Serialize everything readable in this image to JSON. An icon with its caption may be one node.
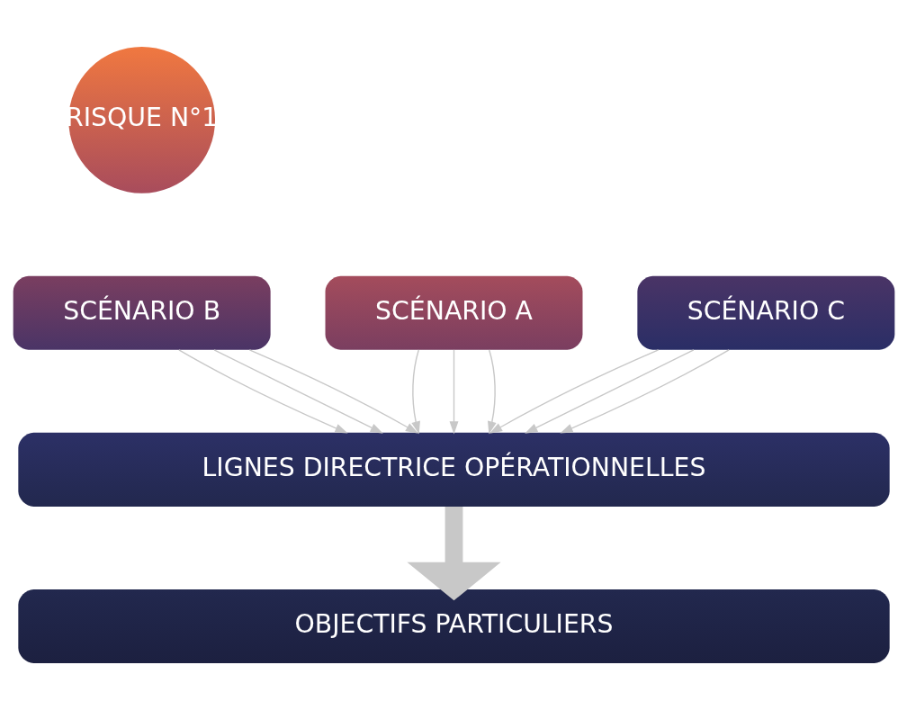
{
  "diagram": {
    "nodes": [
      {
        "text": [
          "RISQUE N°1"
        ]
      },
      {
        "text": [
          "SCÉNARIO A"
        ]
      },
      {
        "text": [
          "SCÉNARIO B"
        ]
      },
      {
        "text": [
          "SCÉNARIO C"
        ]
      },
      {
        "text": [
          "LIGNES DIRECTRICE OPÉRATIONNELLES"
        ]
      },
      {
        "text": [
          "OBJECTIFS PARTICULIERS"
        ]
      }
    ],
    "edges": [
      {
        "from": 1,
        "to": 4,
        "arrow": "to"
      },
      {
        "from": 1,
        "to": 4,
        "arrow": "to"
      },
      {
        "from": 1,
        "to": 4,
        "arrow": "to"
      },
      {
        "from": 2,
        "to": 4,
        "arrow": "to"
      },
      {
        "from": 2,
        "to": 4,
        "arrow": "to"
      },
      {
        "from": 2,
        "to": 4,
        "arrow": "to"
      },
      {
        "from": 3,
        "to": 4,
        "arrow": "to"
      },
      {
        "from": 3,
        "to": 4,
        "arrow": "to"
      },
      {
        "from": 3,
        "to": 4,
        "arrow": "to"
      },
      {
        "from": 4,
        "to": 5,
        "arrow": "to",
        "style": "thick"
      }
    ]
  }
}
